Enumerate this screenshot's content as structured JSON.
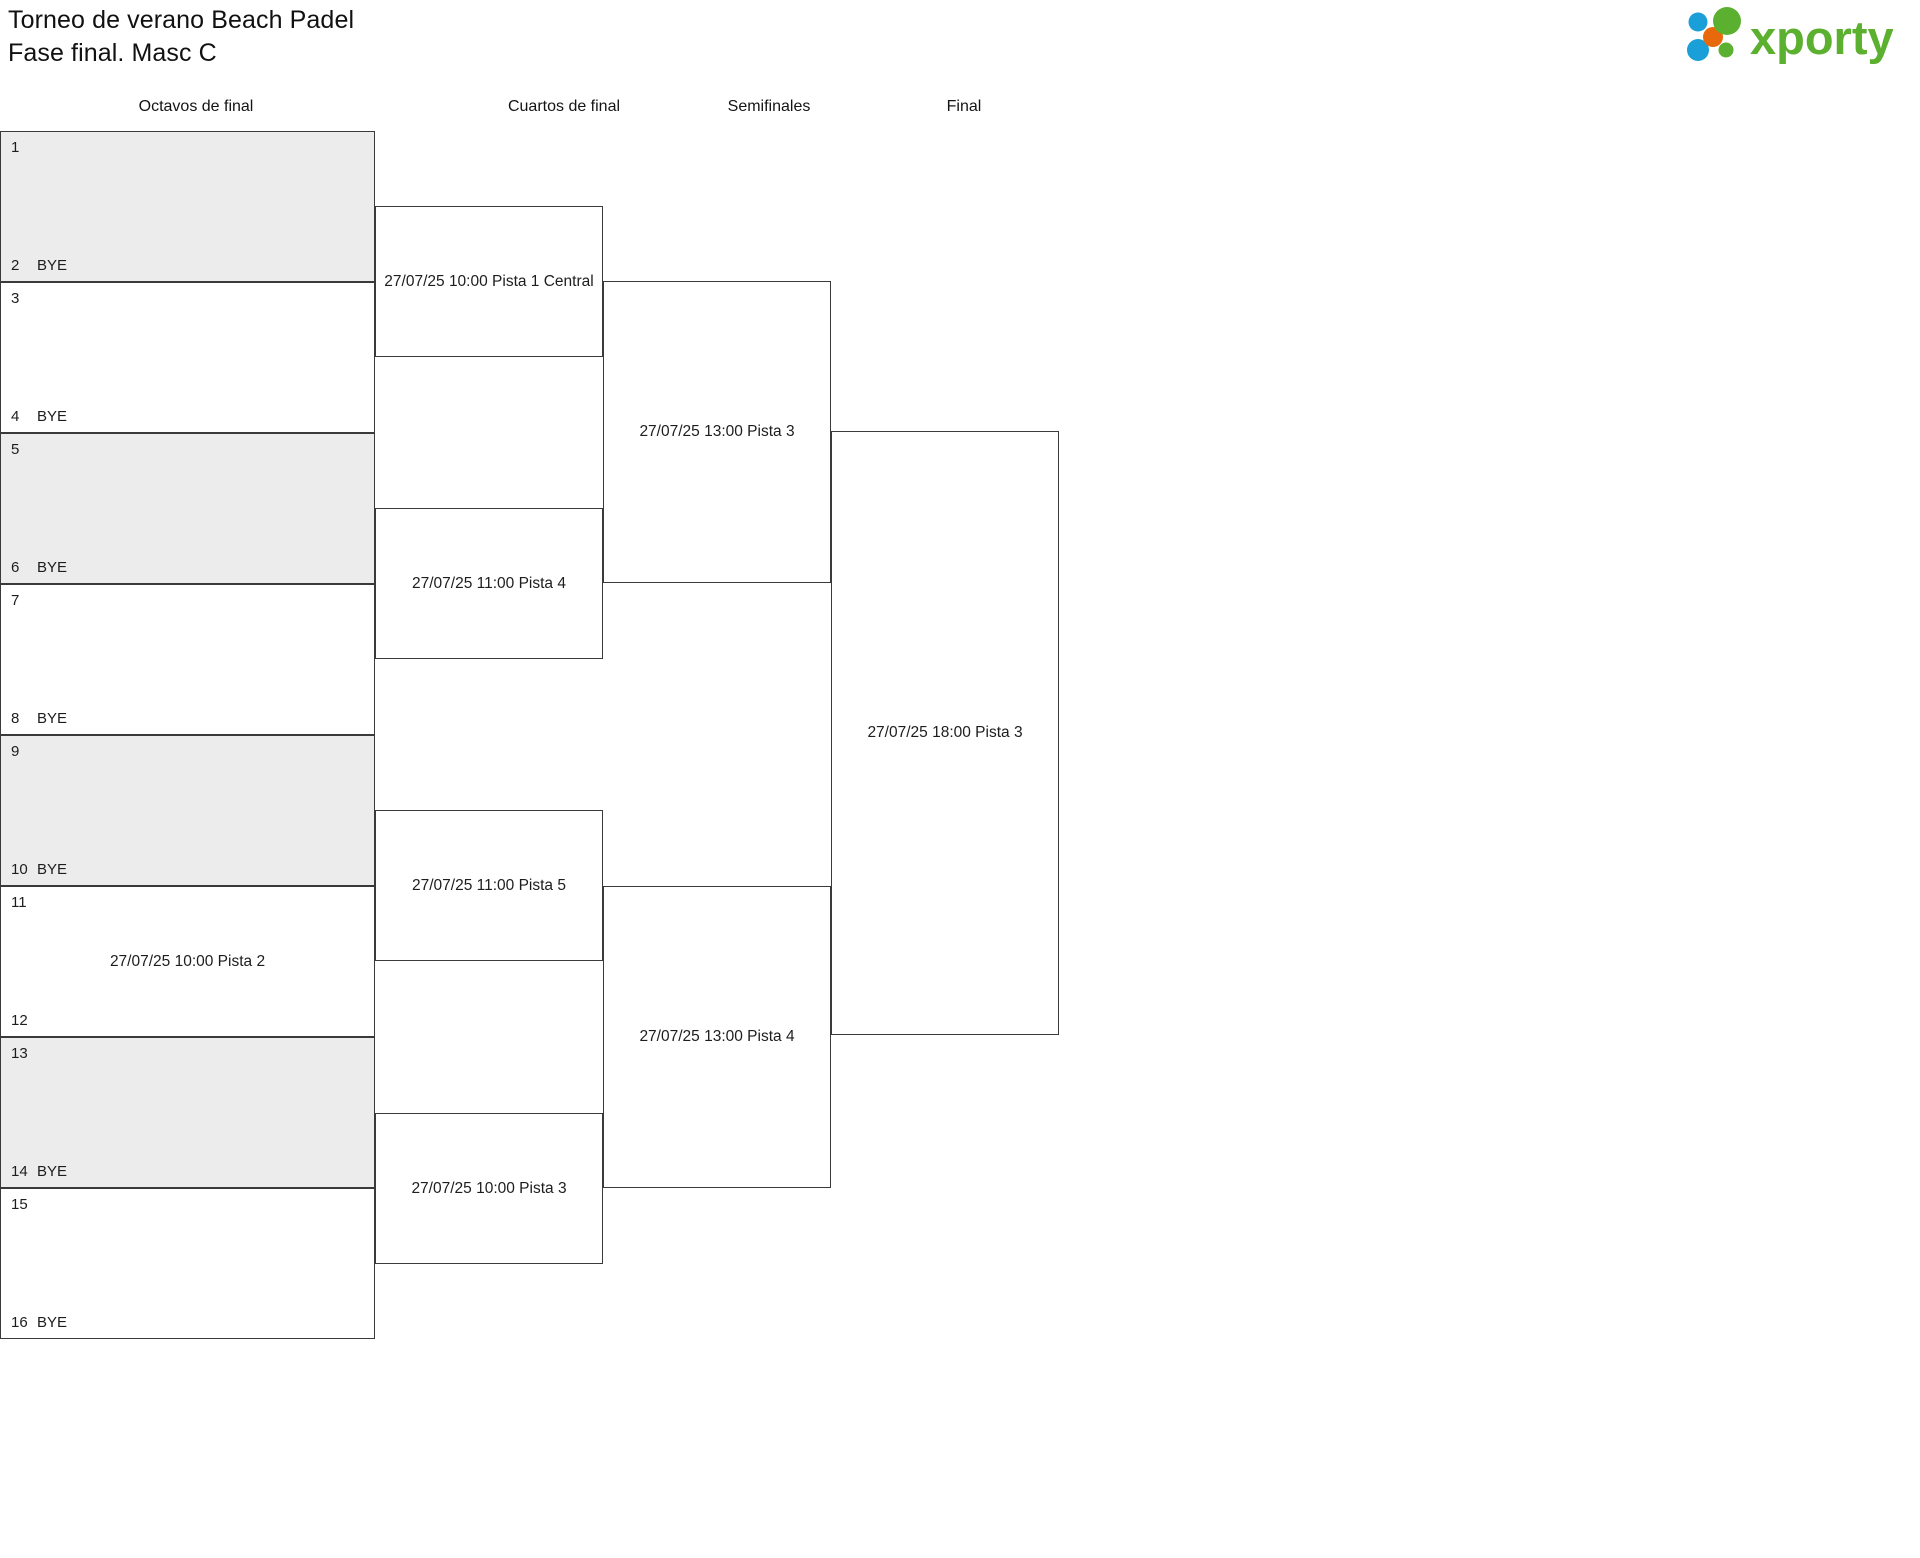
{
  "header": {
    "title_line1": "Torneo de verano Beach Padel",
    "title_line2": "Fase final. Masc C",
    "logo_text": "xporty",
    "logo_colors": {
      "green": "#5cb030",
      "blue": "#1a9fd8",
      "orange": "#e8690b"
    }
  },
  "rounds": [
    {
      "id": "round-of-16",
      "label": "Octavos de final"
    },
    {
      "id": "quarterfinals",
      "label": "Cuartos de final"
    },
    {
      "id": "semifinals",
      "label": "Semifinales"
    },
    {
      "id": "final",
      "label": "Final"
    }
  ],
  "round_of_16": [
    {
      "shaded": true,
      "top": {
        "seed": "1",
        "name": ""
      },
      "bottom": {
        "seed": "2",
        "name": "BYE"
      },
      "match_label": ""
    },
    {
      "shaded": false,
      "top": {
        "seed": "3",
        "name": ""
      },
      "bottom": {
        "seed": "4",
        "name": "BYE"
      },
      "match_label": ""
    },
    {
      "shaded": true,
      "top": {
        "seed": "5",
        "name": ""
      },
      "bottom": {
        "seed": "6",
        "name": "BYE"
      },
      "match_label": ""
    },
    {
      "shaded": false,
      "top": {
        "seed": "7",
        "name": ""
      },
      "bottom": {
        "seed": "8",
        "name": "BYE"
      },
      "match_label": ""
    },
    {
      "shaded": true,
      "top": {
        "seed": "9",
        "name": ""
      },
      "bottom": {
        "seed": "10",
        "name": "BYE"
      },
      "match_label": ""
    },
    {
      "shaded": false,
      "top": {
        "seed": "11",
        "name": ""
      },
      "bottom": {
        "seed": "12",
        "name": ""
      },
      "match_label": "27/07/25 10:00 Pista 2"
    },
    {
      "shaded": true,
      "top": {
        "seed": "13",
        "name": ""
      },
      "bottom": {
        "seed": "14",
        "name": "BYE"
      },
      "match_label": ""
    },
    {
      "shaded": false,
      "top": {
        "seed": "15",
        "name": ""
      },
      "bottom": {
        "seed": "16",
        "name": "BYE"
      },
      "match_label": ""
    }
  ],
  "quarterfinals": [
    {
      "match_label": "27/07/25 10:00 Pista 1 Central"
    },
    {
      "match_label": "27/07/25 11:00 Pista 4"
    },
    {
      "match_label": "27/07/25 11:00 Pista 5"
    },
    {
      "match_label": "27/07/25 10:00 Pista 3"
    }
  ],
  "semifinals": [
    {
      "match_label": "27/07/25 13:00 Pista 3"
    },
    {
      "match_label": "27/07/25 13:00 Pista 4"
    }
  ],
  "final": [
    {
      "match_label": "27/07/25 18:00 Pista 3"
    }
  ]
}
